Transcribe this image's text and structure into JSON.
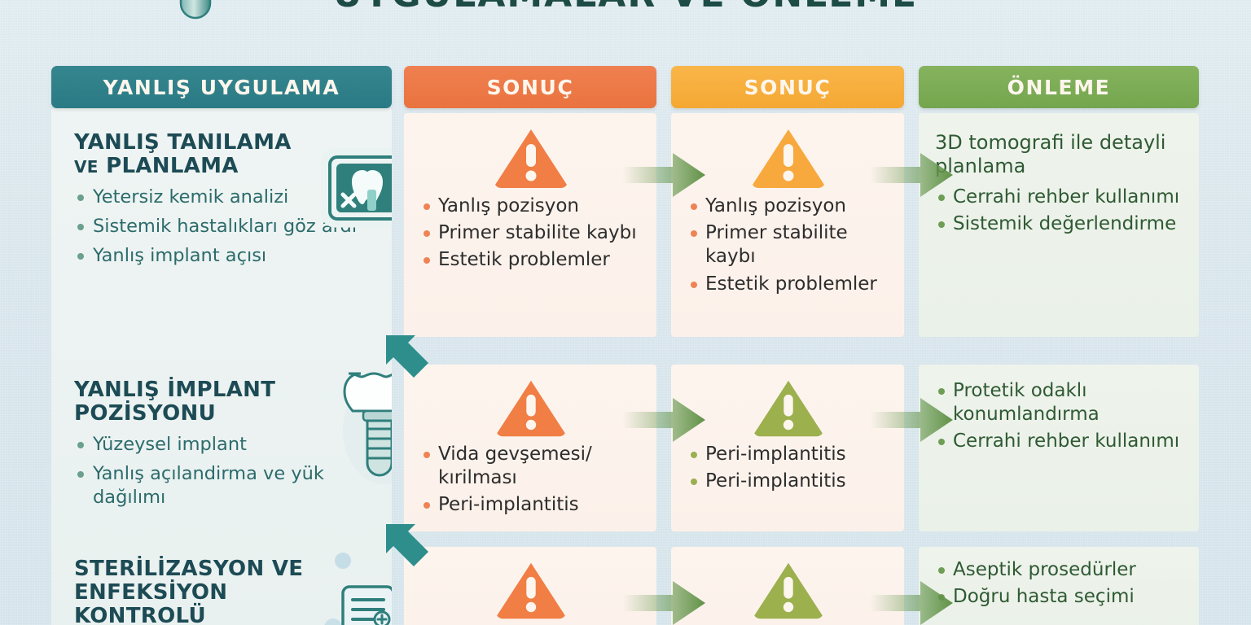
{
  "title": "UYGULAMALAR VE ÖNLEME",
  "colors": {
    "teal": "#2a7a85",
    "orange": "#e9733f",
    "amber": "#f5a833",
    "green": "#74a64e",
    "olive": "#9aaf4f",
    "page_bg": "#dce9ef"
  },
  "headers": [
    {
      "label": "YANLIŞ UYGULAMA"
    },
    {
      "label": "SONUÇ"
    },
    {
      "label": "SONUÇ"
    },
    {
      "label": "ÖNLEME"
    }
  ],
  "left_column": {
    "blocks": [
      {
        "title_line1": "YANLIŞ TANILAMA",
        "title_line2_small": "VE",
        "title_line2_rest": "PLANLAMA",
        "items": [
          "Yetersiz kemik analizi",
          "Sistemik hastalıkları göz ardı",
          "Yanlış implant açısı"
        ]
      },
      {
        "title_line1": "YANLIŞ İMPLANT",
        "title_line2_small": "",
        "title_line2_rest": "POZİSYONU",
        "items": [
          "Yüzeysel implant",
          "Yanlış açılandirma ve yük dağılımı"
        ]
      },
      {
        "title_line1": "STERİLİZASYON VE",
        "title_line2_small": "",
        "title_line2_rest": "ENFEKSİYON",
        "title_line3": "KONTROLÜ",
        "items": []
      }
    ]
  },
  "rows": [
    {
      "consequence_1": {
        "icon": "warning-triangle-orange",
        "items": [
          "Yanlış pozisyon",
          "Primer stabilite kaybı",
          "Estetik problemler"
        ]
      },
      "consequence_2": {
        "icon": "warning-triangle-amber",
        "items": [
          "Yanlış pozisyon",
          "Primer stabilite kaybı",
          "Estetik problemler"
        ]
      },
      "prevention": {
        "lead": "3D tomografi ile detayli planlama",
        "items": [
          "Cerrahi rehber kullanımı",
          "Sistemik değerlendirme"
        ]
      }
    },
    {
      "consequence_1": {
        "icon": "warning-triangle-orange",
        "items": [
          "Vida gevşemesi/ kırilması",
          "Peri-implantitis"
        ]
      },
      "consequence_2": {
        "icon": "warning-triangle-olive",
        "items": [
          "Peri-implantitis",
          "Peri-implantitis"
        ]
      },
      "prevention": {
        "lead": "",
        "items": [
          "Protetik odaklı konumlandırma",
          "Cerrahi rehber kullanımı"
        ]
      }
    },
    {
      "consequence_1": {
        "icon": "warning-triangle-orange",
        "items": []
      },
      "consequence_2": {
        "icon": "warning-triangle-olive",
        "items": []
      },
      "prevention": {
        "lead": "",
        "items": [
          "Aseptik prosedürler",
          "Doğru hasta seçimi"
        ]
      }
    }
  ],
  "icons": {
    "implant_top": "dental-implant-screw",
    "xray": "dental-xray-screen",
    "implant_tooth": "implant-tooth",
    "sterilization": "sterilization-tools",
    "error_badge": "x-circle-error",
    "flow_arrow": "right-arrow",
    "step_arrow": "diagonal-down-arrow"
  }
}
